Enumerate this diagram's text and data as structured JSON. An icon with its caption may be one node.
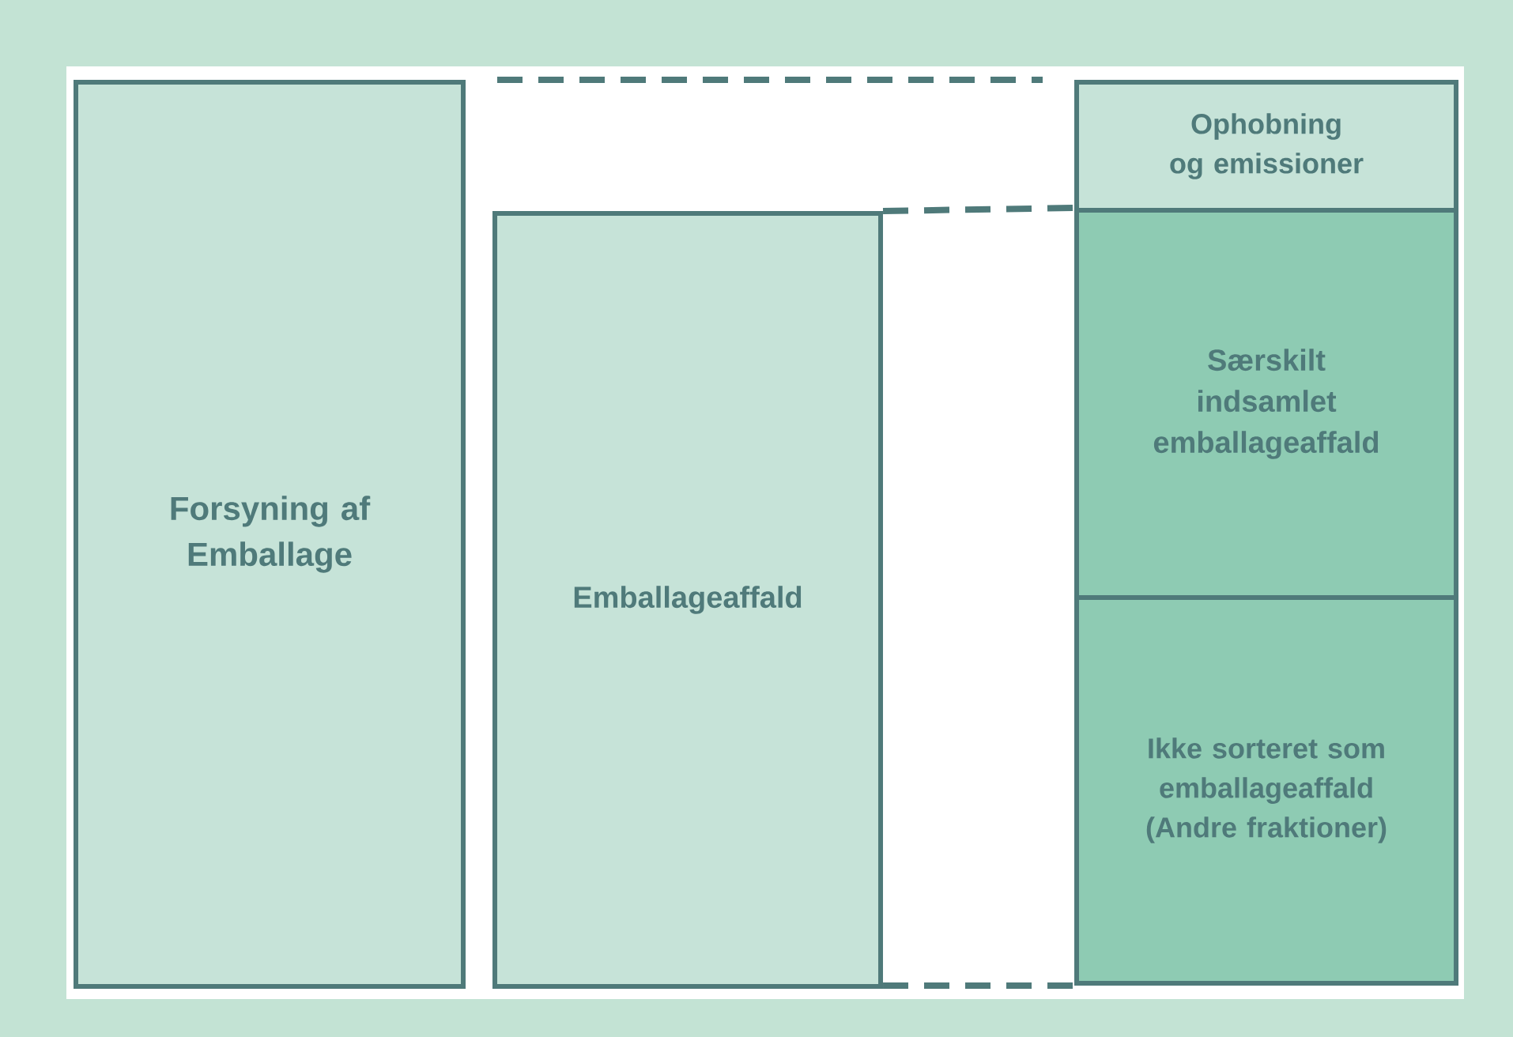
{
  "diagram": {
    "nodes": [
      {
        "text": [
          "Forsyning af Emballage"
        ]
      },
      {
        "text": [
          "Emballageaffald"
        ]
      },
      {
        "text": [
          "Ophobning og emissioner"
        ]
      },
      {
        "text": [
          "Særskilt indsamlet emballageaffald"
        ]
      },
      {
        "text": [
          "Ikke sorteret som emballageaffald (Andre fraktioner)"
        ]
      }
    ],
    "edges": [
      {
        "from": 0,
        "to": 2,
        "arrow": "none",
        "style": "dashed"
      },
      {
        "from": 1,
        "to": 3,
        "arrow": "none",
        "style": "dashed"
      },
      {
        "from": 1,
        "to": 4,
        "arrow": "none",
        "style": "dashed"
      }
    ]
  }
}
